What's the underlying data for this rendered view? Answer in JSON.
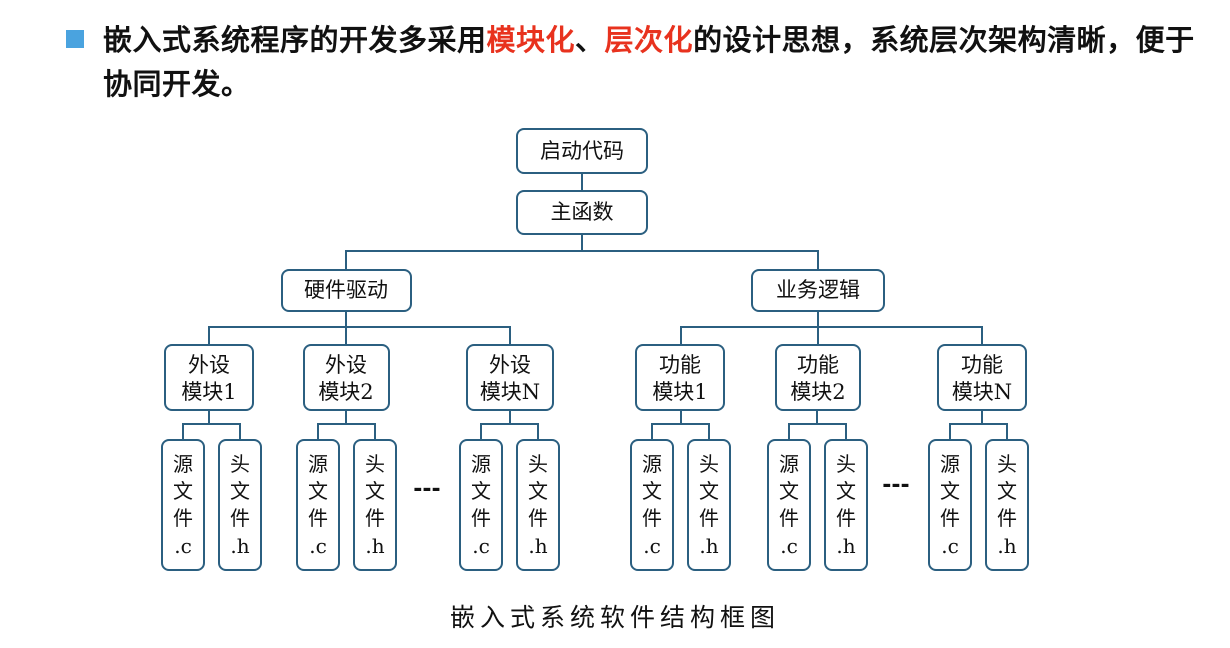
{
  "bullet": {
    "part1": "嵌入式系统程序的开发多采用",
    "highlight1": "模块化",
    "sep": "、",
    "highlight2": "层次化",
    "part2": "的设计思想，系统层次架构清晰，便于协同开发。",
    "highlight_color": "#e8321e",
    "bullet_color": "#4aa3df"
  },
  "diagram": {
    "root": "启动代码",
    "main": "主函数",
    "branches": [
      {
        "label": "硬件驱动",
        "modules": [
          {
            "line1": "外设",
            "line2": "模块1"
          },
          {
            "line1": "外设",
            "line2": "模块2"
          },
          {
            "line1": "外设",
            "line2": "模块N"
          }
        ]
      },
      {
        "label": "业务逻辑",
        "modules": [
          {
            "line1": "功能",
            "line2": "模块1"
          },
          {
            "line1": "功能",
            "line2": "模块2"
          },
          {
            "line1": "功能",
            "line2": "模块N"
          }
        ]
      }
    ],
    "leaf_source": [
      "源",
      "文",
      "件",
      ".c"
    ],
    "leaf_header": [
      "头",
      "文",
      "件",
      ".h"
    ],
    "ellipsis": "---",
    "line_color": "#2b5f80"
  },
  "caption": "嵌入式系统软件结构框图"
}
